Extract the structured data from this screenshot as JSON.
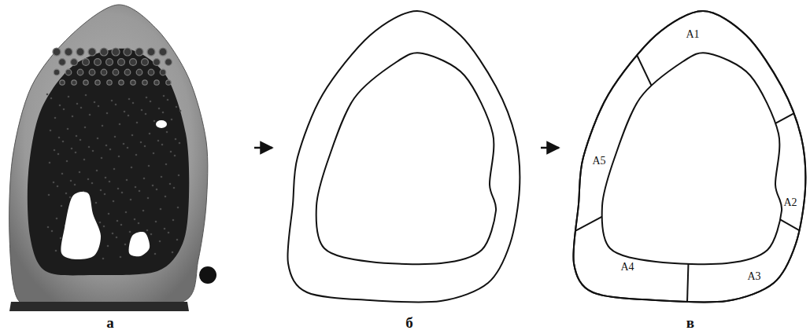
{
  "diagram": {
    "labels": [
      "а",
      "б",
      "в",
      "A1",
      "A2",
      "A3",
      "A4",
      "A5"
    ]
  }
}
